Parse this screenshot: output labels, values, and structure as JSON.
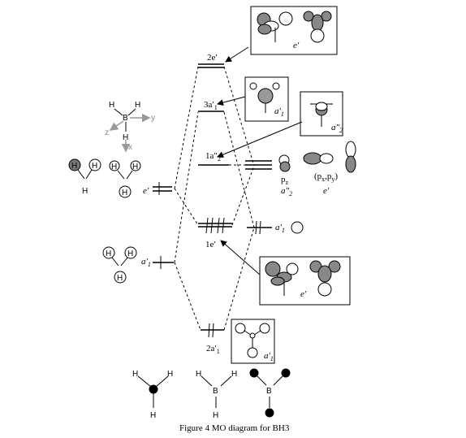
{
  "caption": "Figure 4 MO diagram for BH3",
  "axes": {
    "h1": "H",
    "h2": "H",
    "b": "B",
    "h3": "H",
    "y": "y",
    "z": "z",
    "x": "x"
  },
  "mo_levels": {
    "e_top": "2e′",
    "a1_top": "3a′",
    "a1_top_sub": "1",
    "a2": "1a″",
    "a2_sub": "2",
    "e_bonding": "1e′",
    "a1_bottom": "2a′",
    "a1_bottom_sub": "1"
  },
  "ligand_side": {
    "e_label": "e′",
    "a1_label": "a′",
    "a1_sub": "1",
    "h": "H"
  },
  "boron_side": {
    "pz": "p",
    "pz_sub": "z",
    "pz_sym": "a″",
    "pz_sym_sub": "2",
    "pxy_open": "(p",
    "pxy_x": "x",
    "pxy_comma": ",p",
    "pxy_y": "y",
    "pxy_close": ")",
    "pxy_sym": "e′",
    "s_sym": "a′",
    "s_sym_sub": "1"
  },
  "boxes": {
    "top_e": "e′",
    "a1": "a′",
    "a1_sub": "1",
    "a2": "a″",
    "a2_sub": "2",
    "bottom_e": "e′",
    "bottom_a1": "a′",
    "bottom_a1_sub": "1"
  },
  "bottom_structs": {
    "h": "H",
    "b": "B"
  }
}
